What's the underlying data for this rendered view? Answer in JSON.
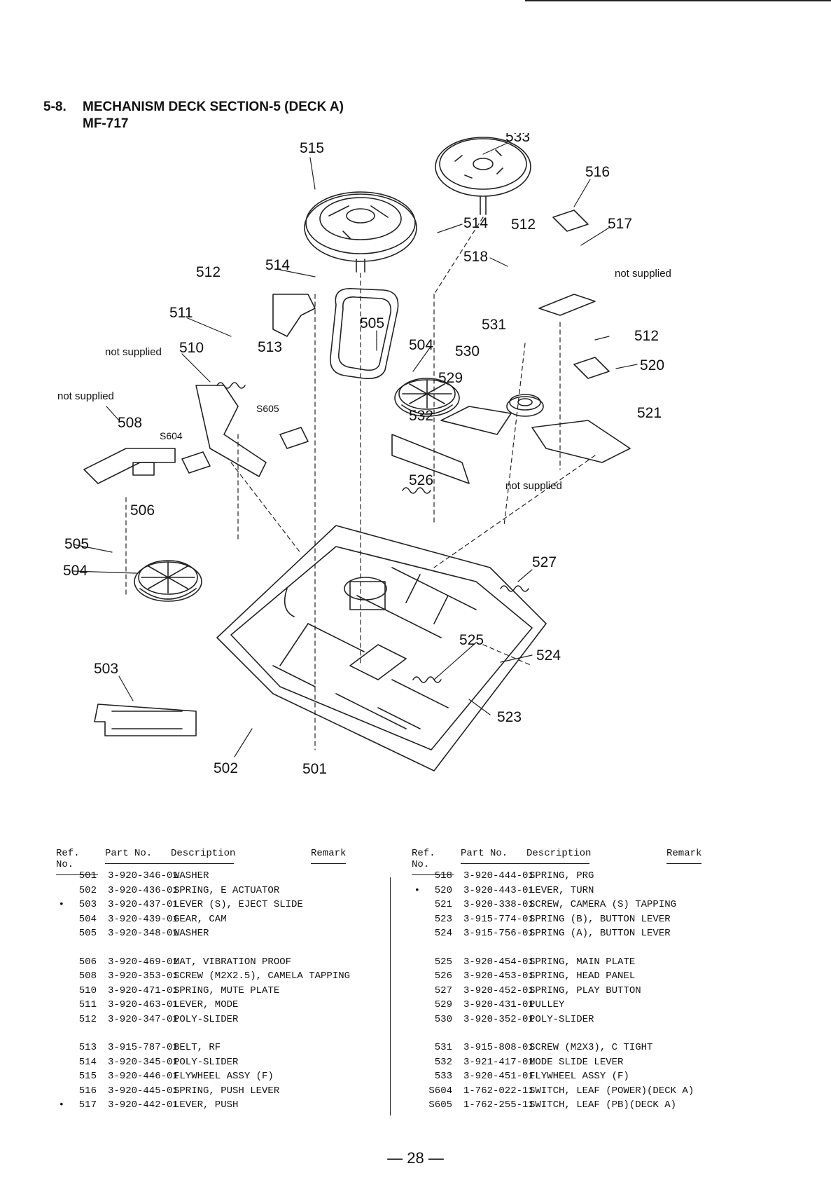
{
  "section": {
    "number": "5-8.",
    "title": "MECHANISM DECK SECTION-5 (DECK A)",
    "model": "MF-717"
  },
  "diagram": {
    "callouts": [
      "515",
      "533",
      "516",
      "514",
      "512",
      "517",
      "512",
      "514",
      "518",
      "511",
      "505",
      "531",
      "510",
      "513",
      "504",
      "530",
      "512",
      "529",
      "520",
      "508",
      "S605",
      "532",
      "521",
      "S604",
      "526",
      "506",
      "505",
      "527",
      "504",
      "525",
      "524",
      "503",
      "523",
      "502",
      "501"
    ],
    "notes": [
      "not supplied",
      "not supplied",
      "not supplied",
      "not supplied"
    ]
  },
  "table_headers": {
    "ref": "Ref. No.",
    "part": "Part No.",
    "description": "Description",
    "remark": "Remark"
  },
  "parts_left": [
    {
      "mark": "",
      "ref": "501",
      "part": "3-920-346-01",
      "desc": "WASHER"
    },
    {
      "mark": "",
      "ref": "502",
      "part": "3-920-436-01",
      "desc": "SPRING, E ACTUATOR"
    },
    {
      "mark": "•",
      "ref": "503",
      "part": "3-920-437-01",
      "desc": "LEVER (S), EJECT SLIDE"
    },
    {
      "mark": "",
      "ref": "504",
      "part": "3-920-439-01",
      "desc": "GEAR, CAM"
    },
    {
      "mark": "",
      "ref": "505",
      "part": "3-920-348-01",
      "desc": "WASHER"
    },
    {
      "mark": "",
      "ref": "506",
      "part": "3-920-469-01",
      "desc": "MAT, VIBRATION PROOF"
    },
    {
      "mark": "",
      "ref": "508",
      "part": "3-920-353-01",
      "desc": "SCREW (M2X2.5), CAMELA TAPPING"
    },
    {
      "mark": "",
      "ref": "510",
      "part": "3-920-471-01",
      "desc": "SPRING, MUTE PLATE"
    },
    {
      "mark": "",
      "ref": "511",
      "part": "3-920-463-01",
      "desc": "LEVER, MODE"
    },
    {
      "mark": "",
      "ref": "512",
      "part": "3-920-347-01",
      "desc": "POLY-SLIDER"
    },
    {
      "mark": "",
      "ref": "513",
      "part": "3-915-787-01",
      "desc": "BELT, RF"
    },
    {
      "mark": "",
      "ref": "514",
      "part": "3-920-345-01",
      "desc": "POLY-SLIDER"
    },
    {
      "mark": "",
      "ref": "515",
      "part": "3-920-446-01",
      "desc": "FLYWHEEL ASSY (F)"
    },
    {
      "mark": "",
      "ref": "516",
      "part": "3-920-445-01",
      "desc": "SPRING, PUSH LEVER"
    },
    {
      "mark": "•",
      "ref": "517",
      "part": "3-920-442-01",
      "desc": "LEVER, PUSH"
    }
  ],
  "parts_right": [
    {
      "mark": "",
      "ref": "518",
      "part": "3-920-444-01",
      "desc": "SPRING, PRG"
    },
    {
      "mark": "•",
      "ref": "520",
      "part": "3-920-443-01",
      "desc": "LEVER, TURN"
    },
    {
      "mark": "",
      "ref": "521",
      "part": "3-920-338-01",
      "desc": "SCREW, CAMERA (S) TAPPING"
    },
    {
      "mark": "",
      "ref": "523",
      "part": "3-915-774-01",
      "desc": "SPRING (B), BUTTON LEVER"
    },
    {
      "mark": "",
      "ref": "524",
      "part": "3-915-756-01",
      "desc": "SPRING (A), BUTTON LEVER"
    },
    {
      "mark": "",
      "ref": "525",
      "part": "3-920-454-01",
      "desc": "SPRING, MAIN PLATE"
    },
    {
      "mark": "",
      "ref": "526",
      "part": "3-920-453-01",
      "desc": "SPRING, HEAD PANEL"
    },
    {
      "mark": "",
      "ref": "527",
      "part": "3-920-452-01",
      "desc": "SPRING, PLAY BUTTON"
    },
    {
      "mark": "",
      "ref": "529",
      "part": "3-920-431-01",
      "desc": "PULLEY"
    },
    {
      "mark": "",
      "ref": "530",
      "part": "3-920-352-01",
      "desc": "POLY-SLIDER"
    },
    {
      "mark": "",
      "ref": "531",
      "part": "3-915-808-01",
      "desc": "SCREW (M2X3), C TIGHT"
    },
    {
      "mark": "",
      "ref": "532",
      "part": "3-921-417-01",
      "desc": "MODE SLIDE LEVER"
    },
    {
      "mark": "",
      "ref": "533",
      "part": "3-920-451-01",
      "desc": "FLYWHEEL ASSY (F)"
    },
    {
      "mark": "",
      "ref": "S604",
      "part": "1-762-022-11",
      "desc": "SWITCH, LEAF (POWER)(DECK A)"
    },
    {
      "mark": "",
      "ref": "S605",
      "part": "1-762-255-11",
      "desc": "SWITCH, LEAF (PB)(DECK A)"
    }
  ],
  "page_number": "— 28 —"
}
